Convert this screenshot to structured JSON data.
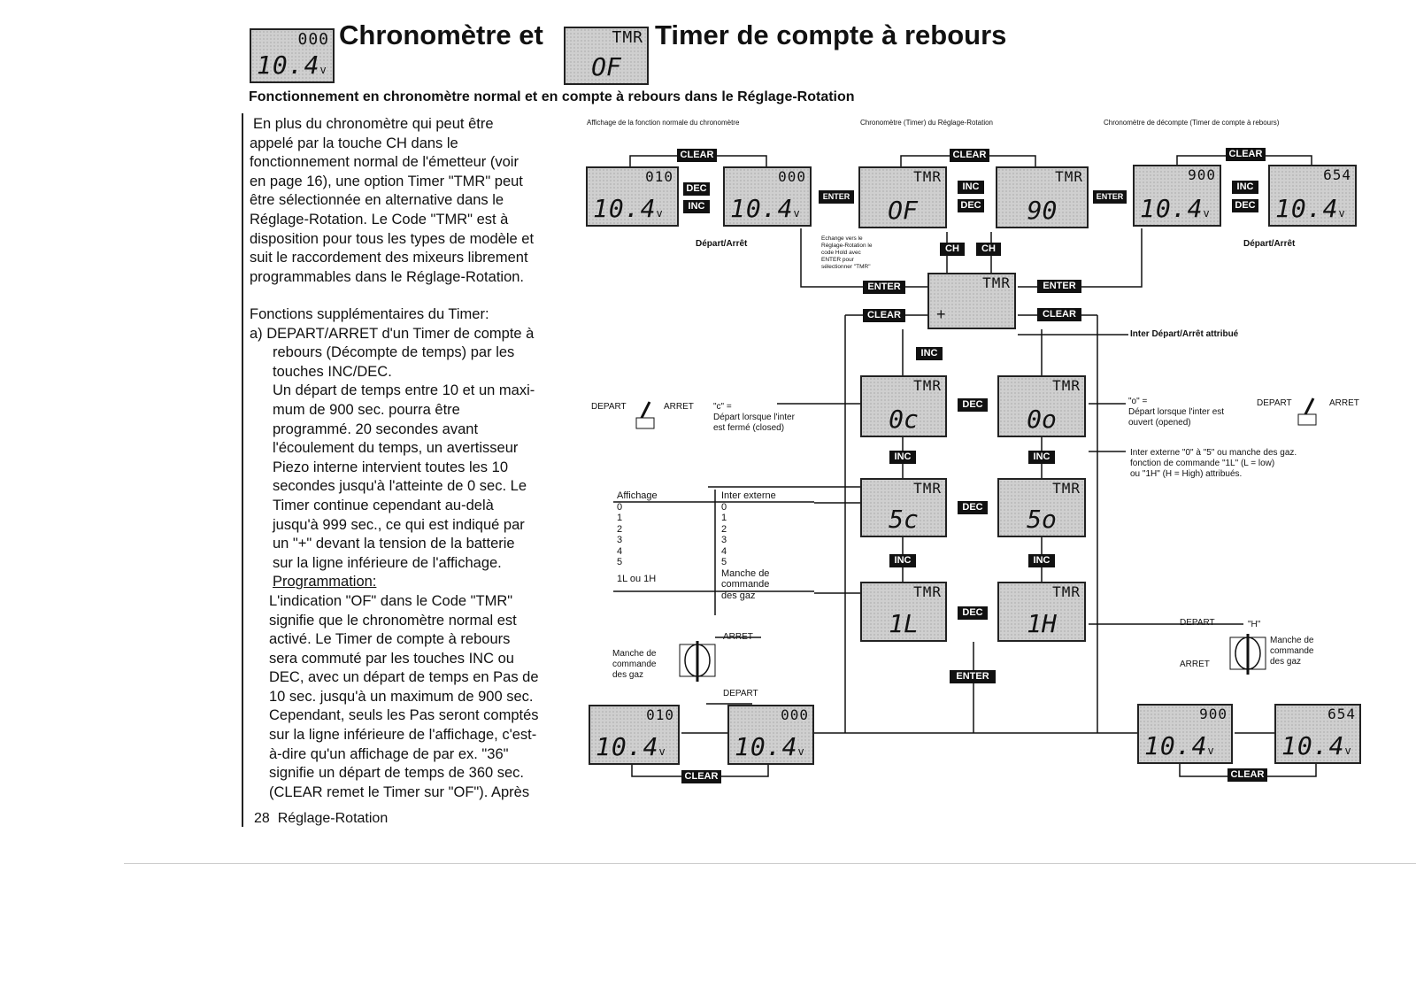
{
  "header": {
    "title_part1": "Chronomètre et",
    "title_part2": "Timer de compte à rebours",
    "icon1_top": "000",
    "icon1_bottom": "10.4",
    "icon1_unit": "v",
    "icon2_top": "TMR",
    "icon2_bottom": "OF",
    "subtitle": "Fonctionnement en chronomètre normal et en compte à rebours dans le Réglage-Rotation"
  },
  "left_text": {
    "p1": [
      "En plus du chronomètre qui peut être",
      "appelé par la touche CH dans le",
      "fonctionnement normal de l'émetteur (voir",
      "en page 16), une option Timer \"TMR\" peut",
      "être sélectionnée en alternative dans le",
      "Réglage-Rotation. Le Code \"TMR\" est à",
      "disposition pour tous les types de modèle et",
      "suit le raccordement des mixeurs librement",
      "programmables dans le Réglage-Rotation."
    ],
    "p2": [
      "Fonctions supplémentaires du Timer:",
      "a) DEPART/ARRET d'un Timer de compte à",
      "rebours (Décompte de temps) par les",
      "touches INC/DEC.",
      "Un départ de temps entre 10 et un maxi-",
      "mum de 900 sec. pourra être",
      "programmé. 20 secondes avant",
      "l'écoulement du temps, un avertisseur",
      "Piezo interne intervient toutes les 10",
      "secondes jusqu'à l'atteinte de 0 sec. Le",
      "Timer continue cependant au-delà",
      "jusqu'à 999 sec., ce qui est indiqué par",
      "un \"+\" devant la tension de la batterie",
      "sur la ligne inférieure de l'affichage.",
      "Programmation:",
      "L'indication \"OF\" dans le Code \"TMR\"",
      "signifie que le chronomètre normal est",
      "activé. Le Timer de compte à rebours",
      "sera commuté par les touches INC ou",
      "DEC, avec un départ de temps en Pas de",
      "10 sec. jusqu'à un maximum de 900 sec.",
      "Cependant, seuls les Pas seront comptés",
      "sur la ligne inférieure de l'affichage, c'est-",
      "à-dire qu'un affichage de par ex. \"36\"",
      "signifie un départ de temps de 360 sec.",
      "(CLEAR remet le Timer sur \"OF\"). Après"
    ]
  },
  "footer": {
    "page": "28",
    "section": "Réglage-Rotation"
  },
  "diagram": {
    "col_titles": [
      "Affichage de la fonction normale du chronomètre",
      "Chronomètre (Timer) du Réglage-Rotation",
      "Chronomètre de décompte (Timer de compte à rebours)"
    ],
    "keys": {
      "clear": "CLEAR",
      "dec": "DEC",
      "inc": "INC",
      "enter": "ENTER",
      "ch": "CH"
    },
    "lcd": {
      "t010": "010",
      "t000": "000",
      "t900": "900",
      "t654": "654",
      "volt": "10.4",
      "unit": "v",
      "tmr": "TMR",
      "of": "OF",
      "n90": "90",
      "s0c": "0c",
      "s0o": "0o",
      "s5c": "5c",
      "s5o": "5o",
      "s1l": "1L",
      "s1h": "1H",
      "center_plus": "+"
    },
    "labels": {
      "depart_arret": "Départ/Arrêt",
      "echange": [
        "Echange vers le",
        "Réglage-Rotation le",
        "code Hold avec",
        "ENTER pour",
        "sélectionner \"TMR\""
      ],
      "inter_attrib": "Inter Départ/Arrêt attribué",
      "depart": "DEPART",
      "arret": "ARRET",
      "c_title": "\"c\" =",
      "c_text": [
        "Départ lorsque l'inter",
        "est fermé (closed)"
      ],
      "o_title": "\"o\" =",
      "o_text": [
        "Départ lorsque l'inter est",
        "ouvert (opened)"
      ],
      "ext_text": [
        "Inter externe \"0\" à \"5\" ou manche des gaz.",
        "fonction de commande \"1L\" (L = low)",
        "ou \"1H\" (H = High) attribués."
      ],
      "manche": [
        "Manche de",
        "commande",
        "des gaz"
      ],
      "h_label": "\"H\""
    },
    "table": {
      "headers": [
        "Affichage",
        "Inter externe"
      ],
      "rows": [
        [
          "0",
          "0"
        ],
        [
          "1",
          "1"
        ],
        [
          "2",
          "2"
        ],
        [
          "3",
          "3"
        ],
        [
          "4",
          "4"
        ],
        [
          "5",
          "5"
        ],
        [
          "1L ou 1H",
          "Manche de commande"
        ]
      ],
      "last_line": "des gaz"
    }
  }
}
